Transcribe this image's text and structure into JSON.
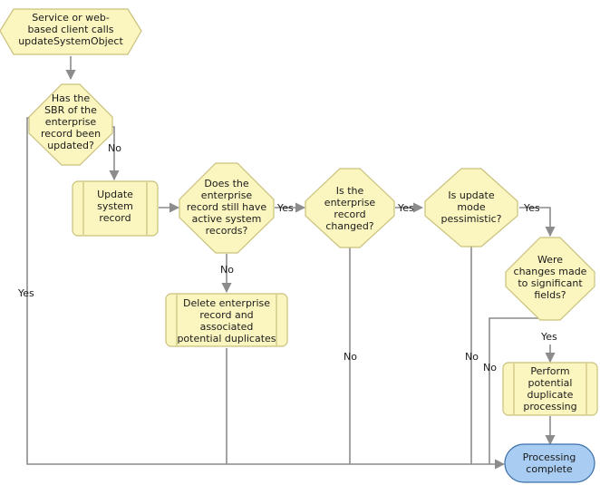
{
  "nodes": {
    "start": [
      "Service or web-",
      "based client calls",
      "updateSystemObject"
    ],
    "sbr_updated": [
      "Has the",
      "SBR of the",
      "enterprise",
      "record been",
      "updated?"
    ],
    "update_system": [
      "Update",
      "system",
      "record"
    ],
    "active_records": [
      "Does the",
      "enterprise",
      "record still have",
      "active system",
      "records?"
    ],
    "delete_enterprise": [
      "Delete enterprise",
      "record and",
      "associated",
      "potential duplicates"
    ],
    "enterprise_changed": [
      "Is the",
      "enterprise",
      "record",
      "changed?"
    ],
    "update_mode": [
      "Is update",
      "mode",
      "pessimistic?"
    ],
    "significant_fields": [
      "Were",
      "changes made",
      "to significant",
      "fields?"
    ],
    "perform_duplicate": [
      "Perform",
      "potential",
      "duplicate",
      "processing"
    ],
    "complete": [
      "Processing",
      "complete"
    ]
  },
  "edge_labels": {
    "sbr_no": "No",
    "sbr_yes": "Yes",
    "active_yes": "Yes",
    "active_no": "No",
    "changed_yes": "Yes",
    "changed_no": "No",
    "mode_yes": "Yes",
    "mode_no": "No",
    "significant_yes": "Yes",
    "significant_no": "No"
  },
  "colors": {
    "node_fill": "#fbf6c0",
    "node_border": "#c9c07a",
    "terminal_fill": "#a9cdf2",
    "terminal_border": "#3c6fa8",
    "connector": "#8c8c8c"
  }
}
